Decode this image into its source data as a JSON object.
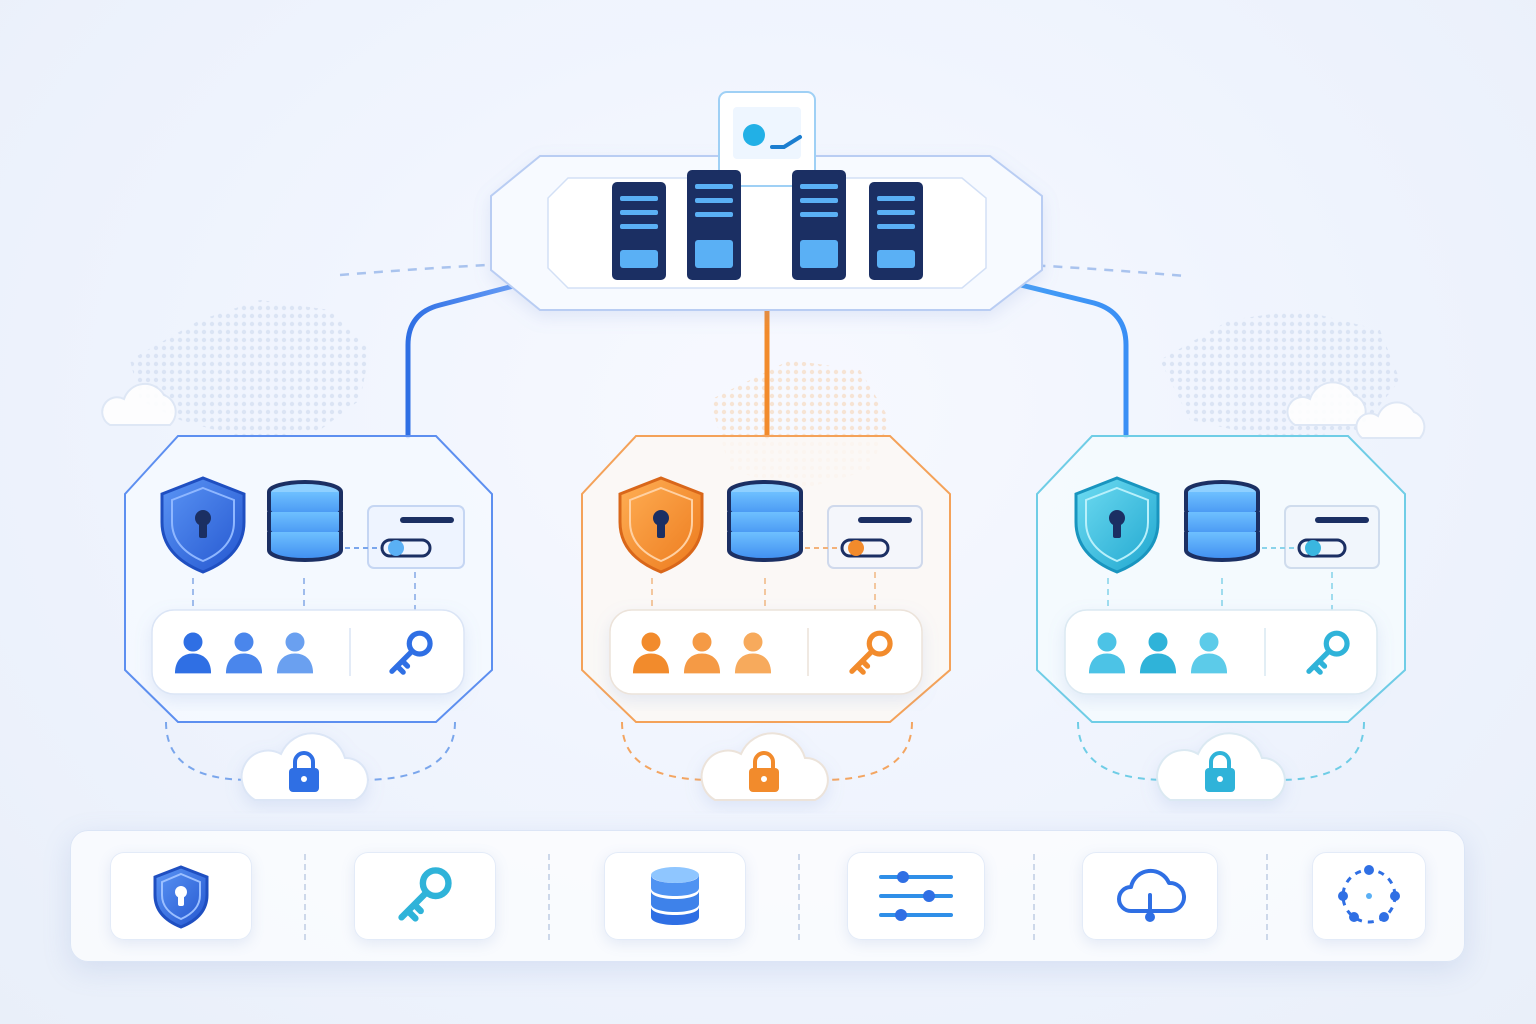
{
  "colors": {
    "blue": "#2f6fe4",
    "orange": "#f28b2c",
    "cyan": "#2fb3d9",
    "navy": "#1b2f63",
    "light_blue": "#5ab0f5"
  },
  "top_cluster": {
    "server_count": 4,
    "badge_icon": "user-check-icon"
  },
  "nodes": [
    {
      "id": "left",
      "accent": "#2f6fe4",
      "icons": [
        "shield-keyhole-icon",
        "database-icon",
        "toggle-card-icon",
        "users-icon",
        "key-icon",
        "cloud-lock-icon"
      ]
    },
    {
      "id": "center",
      "accent": "#f28b2c",
      "icons": [
        "shield-keyhole-icon",
        "database-icon",
        "toggle-card-icon",
        "users-icon",
        "key-icon",
        "cloud-lock-icon"
      ]
    },
    {
      "id": "right",
      "accent": "#2fb3d9",
      "icons": [
        "shield-keyhole-icon",
        "database-icon",
        "toggle-card-icon",
        "users-icon",
        "key-icon",
        "cloud-lock-icon"
      ]
    }
  ],
  "toolbar": {
    "items": [
      {
        "icon": "shield-keyhole-icon"
      },
      {
        "icon": "key-icon"
      },
      {
        "icon": "database-icon"
      },
      {
        "icon": "sliders-icon"
      },
      {
        "icon": "cloud-upload-icon"
      },
      {
        "icon": "network-ring-icon"
      }
    ]
  }
}
